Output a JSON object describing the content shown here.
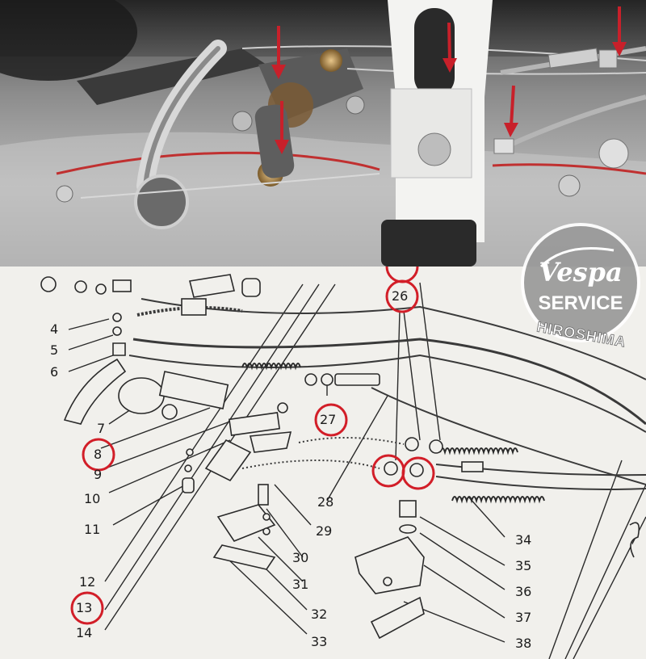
{
  "photo": {
    "description_icons": [
      "engine-photo",
      "arrow-icon"
    ]
  },
  "badge": {
    "brand": "Vespa",
    "service": "SERVICE",
    "city": "HIROSHIMA",
    "colors": {
      "disc": "#9a9a9a",
      "ring": "#ffffff",
      "text": "#ffffff"
    }
  },
  "diagram": {
    "part_numbers": [
      "4",
      "5",
      "6",
      "7",
      "8",
      "9",
      "10",
      "11",
      "12",
      "13",
      "14",
      "26",
      "27",
      "28",
      "29",
      "30",
      "31",
      "32",
      "33",
      "34",
      "35",
      "36",
      "37",
      "38"
    ],
    "highlighted": [
      "8",
      "13",
      "26",
      "27"
    ],
    "highlight_color": "#d21e28",
    "arrow_color": "#c8202a"
  }
}
